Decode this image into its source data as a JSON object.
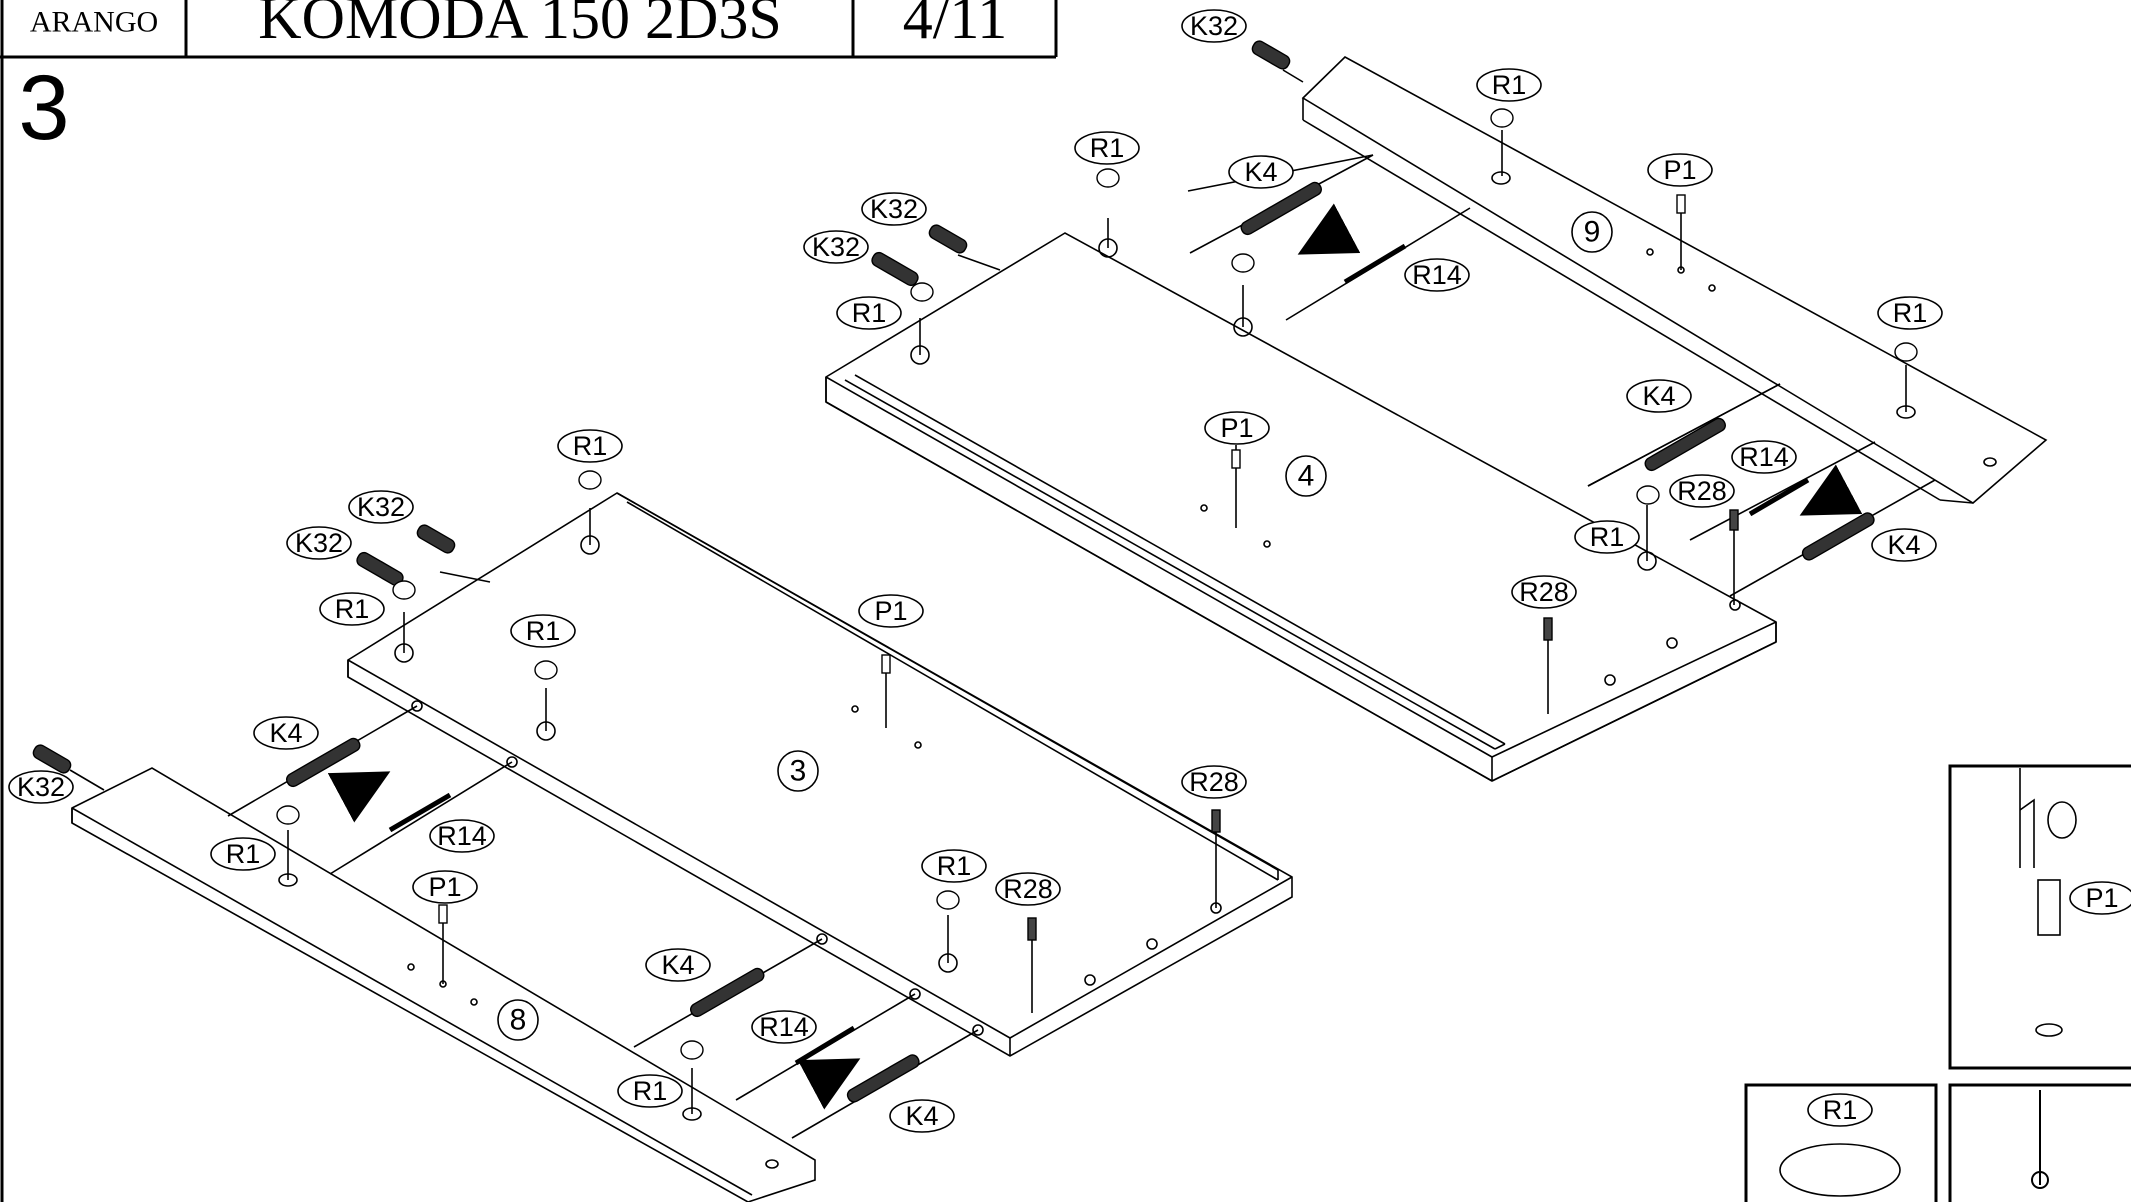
{
  "header": {
    "brand": "ARANGO",
    "product": "KOMODA 150 2D3S",
    "page": "4/11",
    "step": "3"
  },
  "panels": {
    "p9": "9",
    "p4": "4",
    "p3": "3",
    "p8": "8"
  },
  "labels": {
    "k32": "K32",
    "r1": "R1",
    "k4": "K4",
    "p1": "P1",
    "r14": "R14",
    "r28": "R28"
  }
}
